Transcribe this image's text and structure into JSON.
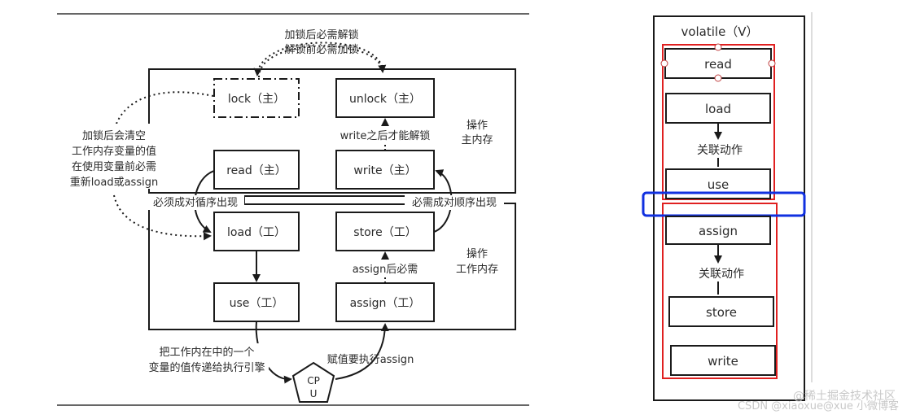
{
  "left_diagram": {
    "top_note_line1": "加锁后必需解锁",
    "top_note_line2": "解锁前必需加锁",
    "lock": "lock（主）",
    "unlock": "unlock（主）",
    "write_after_unlock": "write之后才能解锁",
    "op_main_line1": "操作",
    "op_main_line2": "主内存",
    "read": "read（主）",
    "write": "write（主）",
    "left_note_line1": "加锁后会清空",
    "left_note_line2": "工作内存变量的值",
    "left_note_line3": "在使用变量前必需",
    "left_note_line4": "重新load或assign",
    "pair_left": "必须成对循序出现",
    "pair_right": "必需成对顺序出现",
    "load": "load（工）",
    "store": "store（工）",
    "op_work_line1": "操作",
    "op_work_line2": "工作内存",
    "assign_required": "assign后必需",
    "use": "use（工）",
    "assign": "assign（工）",
    "bottom_note_line1": "把工作内在中的一个",
    "bottom_note_line2": "变量的值传递给执行引擎",
    "assign_exec": "赋值要执行assign",
    "cpu_line1": "CP",
    "cpu_line2": "U"
  },
  "right_diagram": {
    "title": "volatile（V）",
    "read": "read",
    "load": "load",
    "link_1": "关联动作",
    "use": "use",
    "assign": "assign",
    "link_2": "关联动作",
    "store": "store",
    "write": "write"
  },
  "watermark": "CSDN @xiaoxue@xue 小微博客",
  "watermark_2": "@稀土掘金技术社区",
  "colors": {
    "highlight_red": "#e02020",
    "highlight_blue": "#1030e0"
  }
}
